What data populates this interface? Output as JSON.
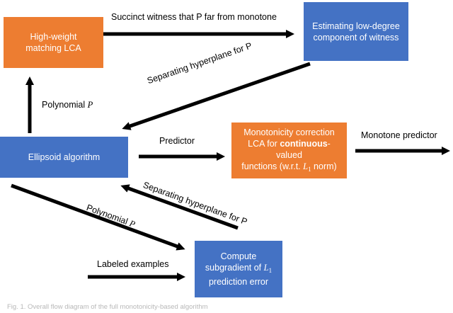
{
  "boxes": {
    "high_weight": {
      "lines": [
        "High-weight",
        "matching LCA"
      ],
      "color": "#ed7d31"
    },
    "estimating": {
      "lines": [
        "Estimating low-degree",
        "component of witness"
      ],
      "color": "#4472c4"
    },
    "ellipsoid": {
      "lines": [
        "Ellipsoid algorithm"
      ],
      "color": "#4472c4"
    },
    "monotonicity": {
      "line1": "Monotonicity correction",
      "line2_prefix": "LCA for ",
      "line2_bold": "continuous",
      "line2_suffix": "-valued",
      "line3_prefix": "functions (w.r.t. ",
      "line3_L": "L",
      "line3_sub": "1",
      "line3_suffix": " norm)",
      "color": "#ed7d31"
    },
    "subgradient": {
      "line1": "Compute",
      "line2_prefix": "subgradient of ",
      "line2_L": "L",
      "line2_sub": "1",
      "line3": "prediction error",
      "color": "#4472c4"
    }
  },
  "labels": {
    "succinct": "Succinct witness that P far from monotone",
    "separating_top": "Separating hyperplane for P",
    "polynomial_left_text": "Polynomial ",
    "polynomial_left_var": "P",
    "predictor": "Predictor",
    "monotone_predictor": "Monotone predictor",
    "separating_mid": "Separating hyperplane for P",
    "polynomial_low_text": "Polynomial ",
    "polynomial_low_var": "P",
    "labeled_examples": "Labeled examples"
  },
  "caption": "Fig. 1. Overall flow diagram of the full monotonicity-based algorithm"
}
